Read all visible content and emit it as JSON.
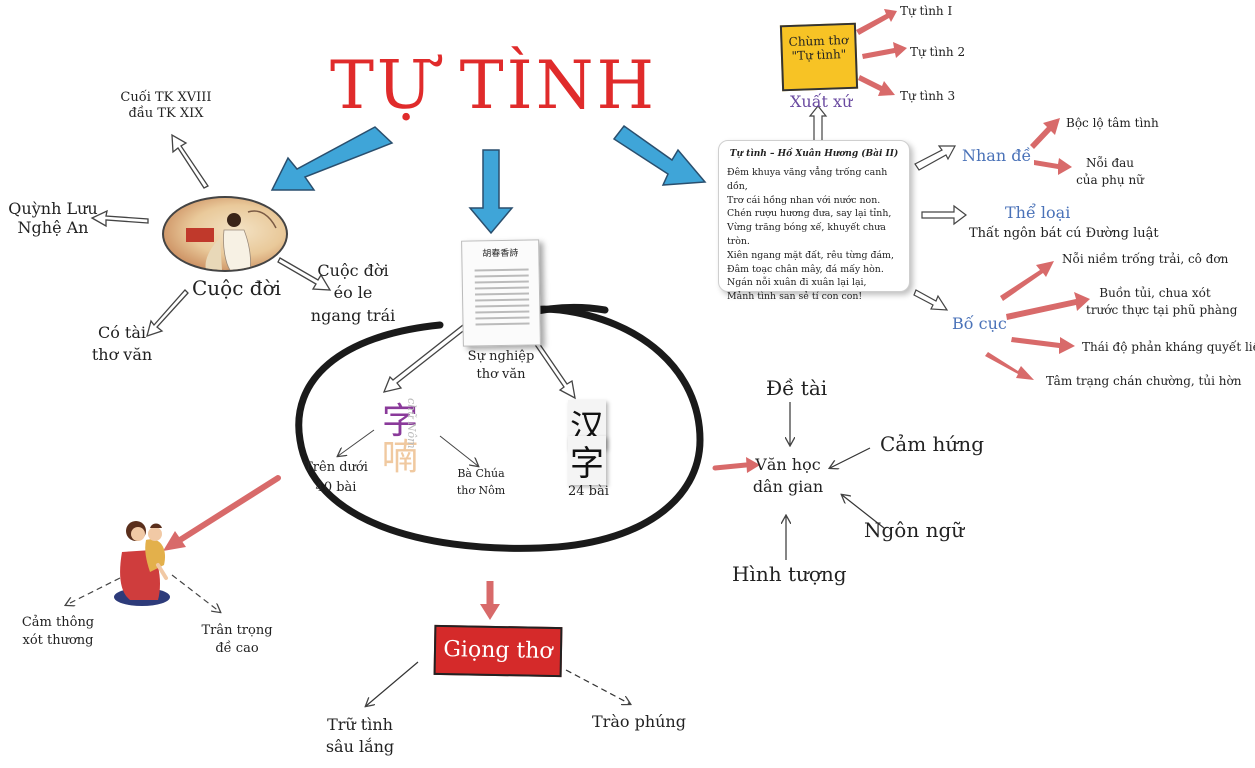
{
  "title": "TỰ TÌNH",
  "cuoc_doi": {
    "label": "Cuộc đời",
    "period": [
      "Cuối TK XVIII",
      "đầu TK XIX"
    ],
    "place": [
      "Quỳnh Lưu",
      "Nghệ An"
    ],
    "eo_le": [
      "Cuộc đời",
      "éo le",
      "ngang trái"
    ],
    "co_tai": [
      "Có tài",
      "thơ văn"
    ]
  },
  "su_nghiep": {
    "label": [
      "Sự nghiệp",
      "thơ văn"
    ],
    "book_title": "胡春香詩",
    "nom_glyphs": [
      "字",
      "喃"
    ],
    "nom_small": "chữ Nôm",
    "han_glyphs": [
      "汉",
      "字"
    ],
    "tren_duoi": [
      "Trên dưới",
      "40 bài"
    ],
    "ba_chua": [
      "Bà Chúa",
      "thơ Nôm"
    ],
    "han_count": "24 bài"
  },
  "van_hoc": {
    "center": [
      "Văn học",
      "dân gian"
    ],
    "de_tai": "Đề tài",
    "cam_hung": "Cảm hứng",
    "ngon_ngu": "Ngôn ngữ",
    "hinh_tuong": "Hình tượng"
  },
  "mother": {
    "cam_thong": [
      "Cảm thông",
      "xót thương"
    ],
    "tran_trong": [
      "Trân trọng",
      "đề cao"
    ]
  },
  "giong_tho": {
    "label": "Giọng thơ",
    "tru_tinh": [
      "Trữ tình",
      "sâu lắng"
    ],
    "trao_phung": "Trào phúng"
  },
  "xuat_xu": {
    "note": [
      "Chùm thơ",
      "\"Tự tình\""
    ],
    "label": "Xuất xứ",
    "items": [
      "Tự tình I",
      "Tự tình 2",
      "Tự tình 3"
    ]
  },
  "poem": {
    "title": "Tự tình – Hồ Xuân Hương (Bài II)",
    "lines": [
      "Đêm khuya văng vẳng trống canh dồn,",
      "Trơ cái hồng nhan với nước non.",
      "Chén rượu hương đưa, say lại tỉnh,",
      "Vừng trăng bóng xế, khuyết chưa tròn.",
      "Xiên ngang mặt đất, rêu từng đám,",
      "Đâm toạc chân mây, đá mấy hòn.",
      "Ngán nỗi xuân đi xuân lại lại,",
      "Mảnh tình san sẻ tí con con!"
    ]
  },
  "nhan_de": {
    "label": "Nhan đề",
    "items": [
      "Bộc lộ tâm tình",
      "Nỗi đau",
      "của phụ nữ"
    ]
  },
  "the_loai": {
    "label": "Thể loại",
    "value": "Thất ngôn bát cú Đường luật"
  },
  "bo_cuc": {
    "label": "Bố cục",
    "items": [
      "Nỗi niềm trống trải, cô đơn",
      "Buồn tủi, chua xót",
      "trước thực tại phũ phàng",
      "Thái độ phản kháng quyết liệt",
      "Tâm trạng chán chường, tủi hờn"
    ]
  },
  "colors": {
    "title_red": "#e02b2b",
    "arrow_blue": "#3fa5d8",
    "arrow_pink": "#d86a6a",
    "note_yellow": "#f7c325",
    "label_blue": "#4a72b8",
    "giong_red": "#d52a2a"
  }
}
